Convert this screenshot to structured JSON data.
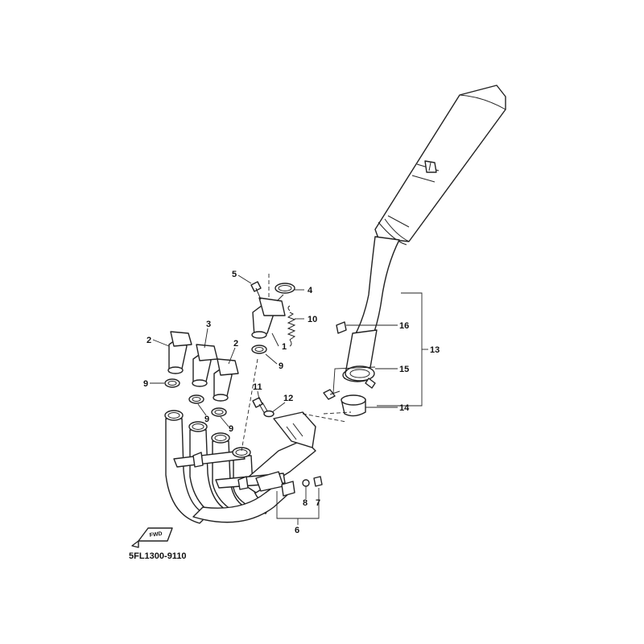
{
  "diagram": {
    "drawing_code": "5FL1300-9110",
    "front_marker": "FWD",
    "callouts": [
      "1",
      "2",
      "2",
      "3",
      "4",
      "5",
      "6",
      "7",
      "8",
      "9",
      "9",
      "9",
      "9",
      "10",
      "11",
      "12",
      "13",
      "14",
      "15",
      "16"
    ]
  }
}
